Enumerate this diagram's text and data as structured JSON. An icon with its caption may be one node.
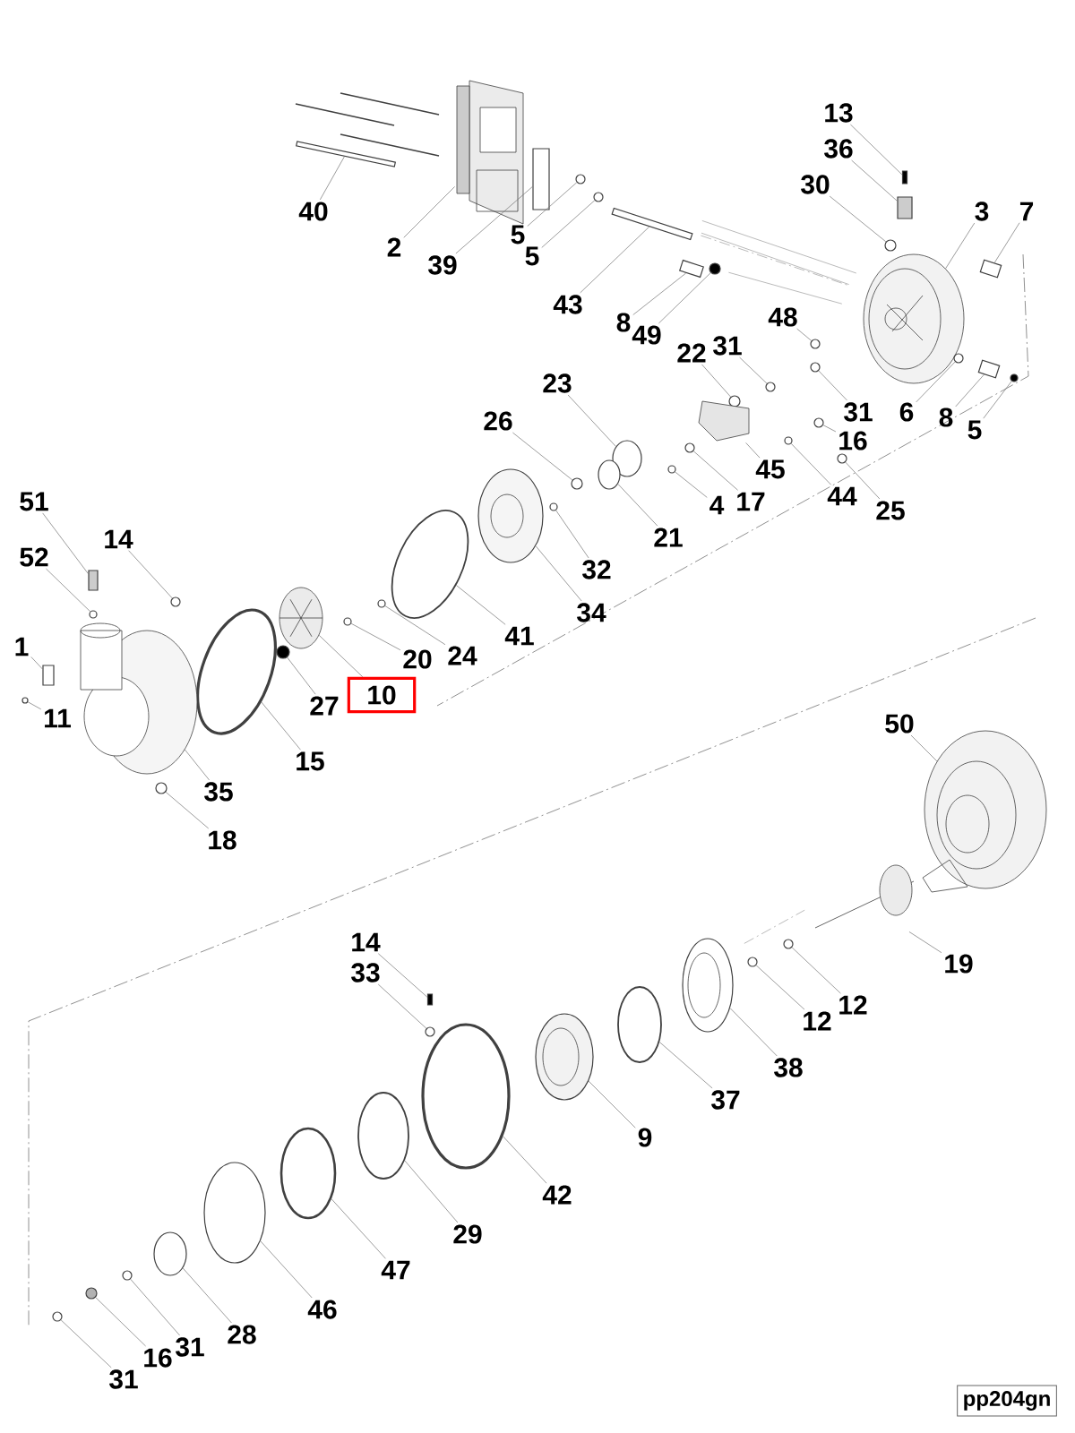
{
  "diagram": {
    "nodes": [
      {
        "text": [
          "40"
        ]
      },
      {
        "text": [
          "2"
        ]
      },
      {
        "text": [
          "39"
        ]
      },
      {
        "text": [
          "5"
        ]
      },
      {
        "text": [
          "5"
        ]
      },
      {
        "text": [
          "43"
        ]
      },
      {
        "text": [
          "8"
        ]
      },
      {
        "text": [
          "49"
        ]
      },
      {
        "text": [
          "13"
        ]
      },
      {
        "text": [
          "36"
        ]
      },
      {
        "text": [
          "30"
        ]
      },
      {
        "text": [
          "3"
        ]
      },
      {
        "text": [
          "7"
        ]
      },
      {
        "text": [
          "48"
        ]
      },
      {
        "text": [
          "22"
        ]
      },
      {
        "text": [
          "31"
        ]
      },
      {
        "text": [
          "31"
        ]
      },
      {
        "text": [
          "6"
        ]
      },
      {
        "text": [
          "8"
        ]
      },
      {
        "text": [
          "5"
        ]
      },
      {
        "text": [
          "16"
        ]
      },
      {
        "text": [
          "23"
        ]
      },
      {
        "text": [
          "26"
        ]
      },
      {
        "text": [
          "45"
        ]
      },
      {
        "text": [
          "4"
        ]
      },
      {
        "text": [
          "17"
        ]
      },
      {
        "text": [
          "44"
        ]
      },
      {
        "text": [
          "25"
        ]
      },
      {
        "text": [
          "21"
        ]
      },
      {
        "text": [
          "32"
        ]
      },
      {
        "text": [
          "34"
        ]
      },
      {
        "text": [
          "41"
        ]
      },
      {
        "text": [
          "24"
        ]
      },
      {
        "text": [
          "20"
        ]
      },
      {
        "text": [
          "27"
        ]
      },
      {
        "text": [
          "10"
        ]
      },
      {
        "text": [
          "51"
        ]
      },
      {
        "text": [
          "52"
        ]
      },
      {
        "text": [
          "14"
        ]
      },
      {
        "text": [
          "1"
        ]
      },
      {
        "text": [
          "11"
        ]
      },
      {
        "text": [
          "15"
        ]
      },
      {
        "text": [
          "35"
        ]
      },
      {
        "text": [
          "18"
        ]
      },
      {
        "text": [
          "50"
        ]
      },
      {
        "text": [
          "19"
        ]
      },
      {
        "text": [
          "12"
        ]
      },
      {
        "text": [
          "12"
        ]
      },
      {
        "text": [
          "38"
        ]
      },
      {
        "text": [
          "37"
        ]
      },
      {
        "text": [
          "9"
        ]
      },
      {
        "text": [
          "14"
        ]
      },
      {
        "text": [
          "33"
        ]
      },
      {
        "text": [
          "42"
        ]
      },
      {
        "text": [
          "29"
        ]
      },
      {
        "text": [
          "47"
        ]
      },
      {
        "text": [
          "46"
        ]
      },
      {
        "text": [
          "28"
        ]
      },
      {
        "text": [
          "31"
        ]
      },
      {
        "text": [
          "16"
        ]
      },
      {
        "text": [
          "31"
        ]
      },
      {
        "text": [
          "pp204gn"
        ]
      },
      {
        "text": [],
        "shape": "bar"
      },
      {
        "text": [],
        "shape": "picture"
      },
      {
        "text": [],
        "shape": "box"
      },
      {
        "text": [],
        "shape": "circle"
      },
      {
        "text": [],
        "shape": "circle"
      },
      {
        "text": [],
        "shape": "bar"
      },
      {
        "text": [],
        "shape": "box"
      },
      {
        "text": [],
        "shape": "circle"
      },
      {
        "text": [],
        "shape": "bar"
      },
      {
        "text": [],
        "shape": "box"
      },
      {
        "text": [],
        "shape": "circle"
      },
      {
        "text": [],
        "shape": "picture"
      },
      {
        "text": [],
        "shape": "box"
      },
      {
        "text": [],
        "shape": "circle"
      },
      {
        "text": [],
        "shape": "circle"
      },
      {
        "text": [],
        "shape": "circle"
      },
      {
        "text": [],
        "shape": "circle"
      },
      {
        "text": [],
        "shape": "circle"
      },
      {
        "text": [],
        "shape": "box"
      },
      {
        "text": [],
        "shape": "circle"
      },
      {
        "text": [],
        "shape": "circle"
      },
      {
        "text": [],
        "shape": "circle"
      },
      {
        "text": [],
        "shape": "circle"
      },
      {
        "text": [],
        "shape": "picture"
      },
      {
        "text": [],
        "shape": "circle"
      },
      {
        "text": [],
        "shape": "circle"
      },
      {
        "text": [],
        "shape": "circle"
      },
      {
        "text": [],
        "shape": "circle"
      },
      {
        "text": [],
        "shape": "circle"
      },
      {
        "text": [],
        "shape": "circle"
      },
      {
        "text": [],
        "shape": "circle"
      },
      {
        "text": [],
        "shape": "circle"
      },
      {
        "text": [],
        "shape": "circle"
      },
      {
        "text": [],
        "shape": "circle"
      },
      {
        "text": [],
        "shape": "circle"
      },
      {
        "text": [],
        "shape": "picture"
      },
      {
        "text": [],
        "shape": "box"
      },
      {
        "text": [],
        "shape": "circle"
      },
      {
        "text": [],
        "shape": "circle"
      },
      {
        "text": [],
        "shape": "box"
      },
      {
        "text": [],
        "shape": "circle"
      },
      {
        "text": [],
        "shape": "circle"
      },
      {
        "text": [],
        "shape": "picture"
      },
      {
        "text": [],
        "shape": "circle"
      },
      {
        "text": [],
        "shape": "picture"
      },
      {
        "text": [],
        "shape": "picture"
      },
      {
        "text": [],
        "shape": "circle"
      },
      {
        "text": [],
        "shape": "circle"
      },
      {
        "text": [],
        "shape": "circle"
      },
      {
        "text": [],
        "shape": "circle"
      },
      {
        "text": [],
        "shape": "circle"
      },
      {
        "text": [],
        "shape": "bar"
      },
      {
        "text": [],
        "shape": "circle"
      },
      {
        "text": [],
        "shape": "circle"
      },
      {
        "text": [],
        "shape": "circle"
      },
      {
        "text": [],
        "shape": "circle"
      },
      {
        "text": [],
        "shape": "circle"
      },
      {
        "text": [],
        "shape": "circle"
      },
      {
        "text": [],
        "shape": "circle"
      },
      {
        "text": [],
        "shape": "circle"
      },
      {
        "text": [],
        "shape": "circle"
      }
    ],
    "edges": [
      {
        "from": 0,
        "to": 62,
        "arrow": "none"
      },
      {
        "from": 1,
        "to": 63,
        "arrow": "none"
      },
      {
        "from": 2,
        "to": 64,
        "arrow": "none"
      },
      {
        "from": 3,
        "to": 65,
        "arrow": "none"
      },
      {
        "from": 4,
        "to": 66,
        "arrow": "none"
      },
      {
        "from": 5,
        "to": 67,
        "arrow": "none"
      },
      {
        "from": 6,
        "to": 68,
        "arrow": "none"
      },
      {
        "from": 7,
        "to": 69,
        "arrow": "none"
      },
      {
        "from": 8,
        "to": 70,
        "arrow": "none"
      },
      {
        "from": 9,
        "to": 71,
        "arrow": "none"
      },
      {
        "from": 10,
        "to": 72,
        "arrow": "none"
      },
      {
        "from": 11,
        "to": 73,
        "arrow": "none"
      },
      {
        "from": 12,
        "to": 74,
        "arrow": "none"
      },
      {
        "from": 13,
        "to": 75,
        "arrow": "none"
      },
      {
        "from": 14,
        "to": 76,
        "arrow": "none"
      },
      {
        "from": 15,
        "to": 77,
        "arrow": "none"
      },
      {
        "from": 16,
        "to": 78,
        "arrow": "none"
      },
      {
        "from": 17,
        "to": 79,
        "arrow": "none"
      },
      {
        "from": 18,
        "to": 80,
        "arrow": "none"
      },
      {
        "from": 19,
        "to": 81,
        "arrow": "none"
      },
      {
        "from": 20,
        "to": 82,
        "arrow": "none"
      },
      {
        "from": 21,
        "to": 83,
        "arrow": "none"
      },
      {
        "from": 22,
        "to": 84,
        "arrow": "none"
      },
      {
        "from": 23,
        "to": 85,
        "arrow": "none"
      },
      {
        "from": 24,
        "to": 86,
        "arrow": "none"
      },
      {
        "from": 25,
        "to": 87,
        "arrow": "none"
      },
      {
        "from": 26,
        "to": 88,
        "arrow": "none"
      },
      {
        "from": 27,
        "to": 89,
        "arrow": "none"
      },
      {
        "from": 28,
        "to": 90,
        "arrow": "none"
      },
      {
        "from": 29,
        "to": 91,
        "arrow": "none"
      },
      {
        "from": 30,
        "to": 92,
        "arrow": "none"
      },
      {
        "from": 31,
        "to": 93,
        "arrow": "none"
      },
      {
        "from": 32,
        "to": 94,
        "arrow": "none"
      },
      {
        "from": 33,
        "to": 95,
        "arrow": "none"
      },
      {
        "from": 34,
        "to": 96,
        "arrow": "none"
      },
      {
        "from": 35,
        "to": 97,
        "arrow": "none"
      },
      {
        "from": 36,
        "to": 98,
        "arrow": "none"
      },
      {
        "from": 37,
        "to": 99,
        "arrow": "none"
      },
      {
        "from": 38,
        "to": 100,
        "arrow": "none"
      },
      {
        "from": 39,
        "to": 101,
        "arrow": "none"
      },
      {
        "from": 40,
        "to": 102,
        "arrow": "none"
      },
      {
        "from": 41,
        "to": 103,
        "arrow": "none"
      },
      {
        "from": 42,
        "to": 104,
        "arrow": "none"
      },
      {
        "from": 43,
        "to": 105,
        "arrow": "none"
      },
      {
        "from": 44,
        "to": 106,
        "arrow": "none"
      },
      {
        "from": 45,
        "to": 107,
        "arrow": "none"
      },
      {
        "from": 46,
        "to": 108,
        "arrow": "none"
      },
      {
        "from": 47,
        "to": 109,
        "arrow": "none"
      },
      {
        "from": 48,
        "to": 110,
        "arrow": "none"
      },
      {
        "from": 49,
        "to": 111,
        "arrow": "none"
      },
      {
        "from": 50,
        "to": 112,
        "arrow": "none"
      },
      {
        "from": 51,
        "to": 113,
        "arrow": "none"
      },
      {
        "from": 52,
        "to": 114,
        "arrow": "none"
      },
      {
        "from": 53,
        "to": 115,
        "arrow": "none"
      },
      {
        "from": 54,
        "to": 116,
        "arrow": "none"
      },
      {
        "from": 55,
        "to": 117,
        "arrow": "none"
      },
      {
        "from": 56,
        "to": 118,
        "arrow": "none"
      },
      {
        "from": 57,
        "to": 119,
        "arrow": "none"
      },
      {
        "from": 58,
        "to": 120,
        "arrow": "none"
      },
      {
        "from": 59,
        "to": 121,
        "arrow": "none"
      },
      {
        "from": 60,
        "to": 122,
        "arrow": "none"
      }
    ]
  }
}
